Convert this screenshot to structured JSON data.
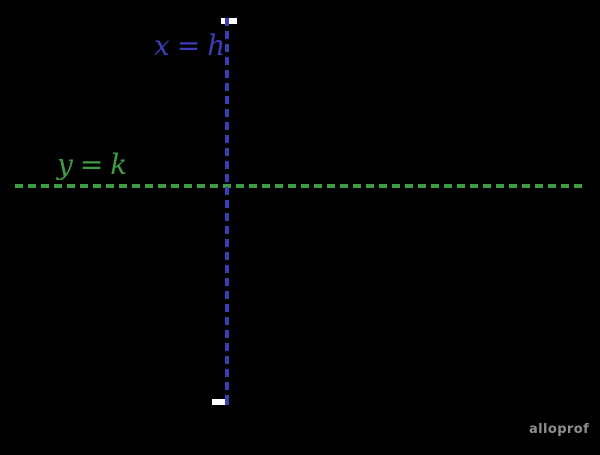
{
  "page": {
    "background_color": "#000000"
  },
  "diagram": {
    "description": "Two dashed reference lines on a plane: a vertical line x = h and a horizontal line y = k",
    "vertical_line": {
      "color": "#3b3eb8",
      "style": "dashed",
      "label_lhs": "x",
      "label_eq": "=",
      "label_rhs": "h"
    },
    "horizontal_line": {
      "color": "#3f9b45",
      "style": "dashed",
      "label_lhs": "y",
      "label_eq": "=",
      "label_rhs": "k"
    },
    "watermark": "alloprof",
    "watermark_color": "#8e8e8e"
  }
}
